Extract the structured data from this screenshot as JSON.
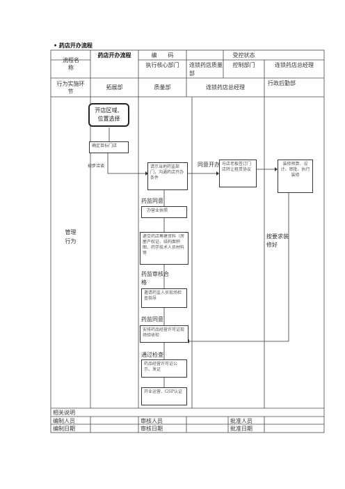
{
  "doc_title": "药店开办流程",
  "header": {
    "process_name_label": "流程名称",
    "process_name_value": "药店开办流程",
    "code_label": "编　　码",
    "control_label": "受控状态",
    "exec_dept_label": "执行核心部门",
    "dept2": "连锁药店质量部",
    "dept3": "控制部门",
    "dept4": "连锁药店总经理"
  },
  "columns": {
    "phase_label": "行为实施环节",
    "col1": "拓展部",
    "col2": "质量部",
    "col3": "连锁药店总经理",
    "col4": "行政后勤部"
  },
  "row_label": "管理行为",
  "flow": {
    "start": "开店区域、位置选择",
    "confirm_store": "确定目标门店",
    "initial_negotiation": "初步洽谈",
    "request_fda": "请示当地药监部门，沟通药店开办条件",
    "agree_open": "同意开办",
    "sign_lease": "与店老板签订门店转让租赁协议",
    "renovation": "装修预算、设计、审批、执行装修",
    "fda_agree_1": "药监同意",
    "license": "办营业执照",
    "submit_materials": "递交药店筹建资料（房屋产权证、结构面积图、药学技术人员材料等",
    "renovate_request": "按要求装修好",
    "fda_review": "药监审核合格",
    "invite_inspection": "邀请药监人员现场检查指导",
    "fda_agree_2": "药监同意",
    "arrange_permit": "安排药品经营许可证现场验收检",
    "pass_check": "通过检查",
    "permit_issue": "药品经营许可证公示、发证",
    "open_gsp": "开业运营、GSP认证"
  },
  "footer": {
    "notes_label": "相关说明",
    "editor_label": "编制人员",
    "reviewer_label": "审核人员",
    "approver_label": "批准人员",
    "edit_date_label": "编制日期",
    "review_date_label": "审核日期",
    "approve_date_label": "批准日期"
  }
}
